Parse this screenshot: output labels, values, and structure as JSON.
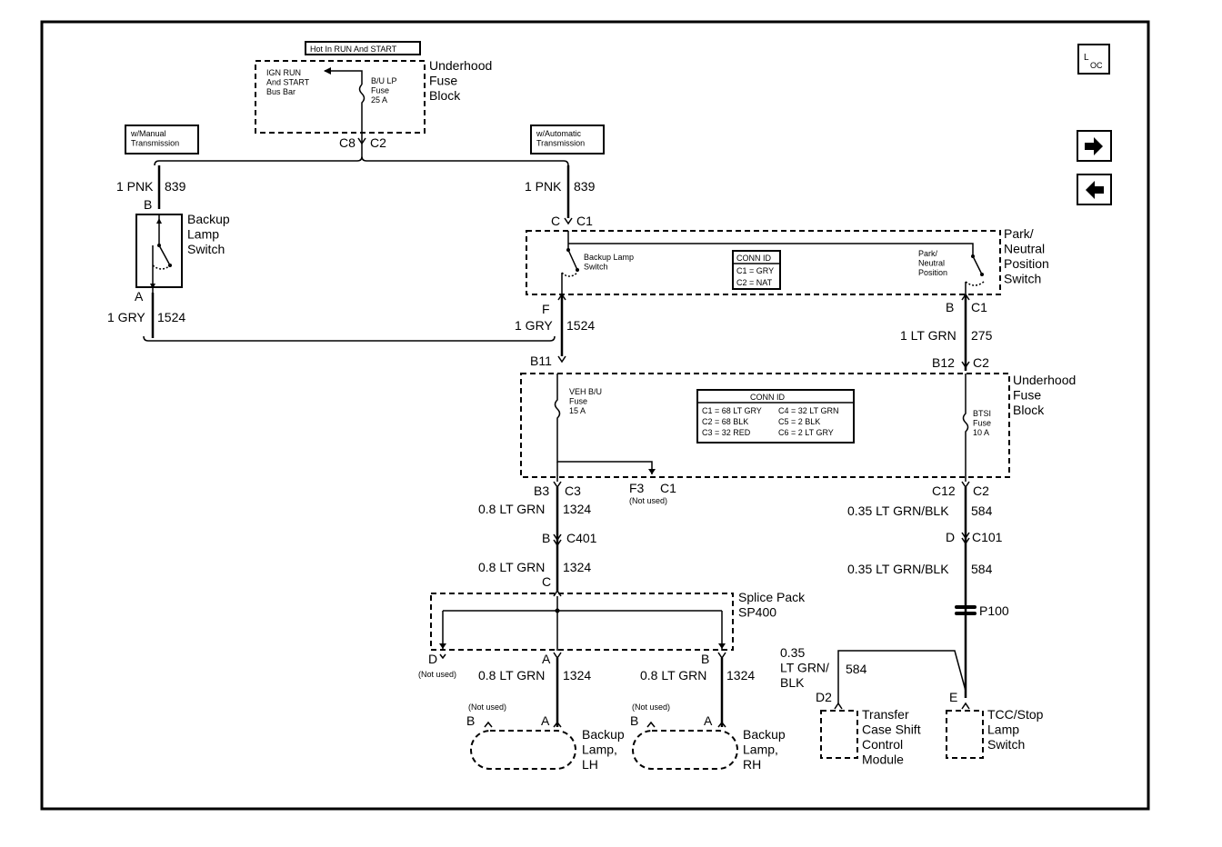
{
  "nav": {
    "loc_main": "L",
    "loc_sub": "OC"
  },
  "components": {
    "top_fuse_block": {
      "title": "Underhood\nFuse\nBlock",
      "hot_label": "Hot In RUN And START",
      "bus_bar": "IGN RUN\nAnd START\nBus Bar",
      "fuse": "B/U LP\nFuse\n25 A",
      "connector": "C8",
      "connector_c": "C2"
    },
    "manual_box": "w/Manual\nTransmission",
    "auto_box": "w/Automatic\nTransmission",
    "backup_lamp_switch": {
      "title": "Backup\nLamp\nSwitch",
      "pin_top": "B",
      "pin_bottom": "A"
    },
    "pnp_switch": {
      "title": "Park/\nNeutral\nPosition\nSwitch",
      "inner_backup": "Backup Lamp\nSwitch",
      "inner_pnp": "Park/\nNeutral\nPosition",
      "conn_id_title": "CONN ID",
      "conn_id_1": "C1 = GRY",
      "conn_id_2": "C2 = NAT",
      "pin_top_left": "C",
      "pin_top_right": "C1",
      "pin_bottom_left": "F",
      "pin_b": "B",
      "pin_c1": "C1"
    },
    "mid_fuse_block": {
      "title": "Underhood\nFuse\nBlock",
      "veh_fuse": "VEH B/U\nFuse\n15 A",
      "btsi_fuse": "BTSI\nFuse\n10 A",
      "conn_id_title": "CONN ID",
      "conn_rows": [
        "C1 = 68 LT GRY",
        "C4 = 32 LT GRN",
        "C2 = 68 BLK",
        "C5 = 2 BLK",
        "C3 = 32 RED",
        "C6 = 2 LT GRY"
      ],
      "pin_b11": "B11",
      "pin_b12": "B12",
      "pin_c2_top": "C2",
      "pin_b3": "B3",
      "pin_c3": "C3",
      "pin_f3": "F3",
      "pin_c1": "C1",
      "not_used": "(Not used)",
      "pin_c12": "C12",
      "pin_c2_bottom": "C2"
    },
    "splice_pack": {
      "title": "Splice Pack\nSP400",
      "pin_c": "C",
      "pin_d": "D",
      "pin_a": "A",
      "pin_b": "B",
      "not_used": "(Not used)"
    },
    "backup_lamp_lh": {
      "title": "Backup\nLamp,\nLH",
      "pin_b": "B",
      "pin_a": "A",
      "not_used": "(Not used)"
    },
    "backup_lamp_rh": {
      "title": "Backup\nLamp,\nRH",
      "pin_b": "B",
      "pin_a": "A",
      "not_used": "(Not used)"
    },
    "tccm": {
      "title": "Transfer\nCase Shift\nControl\nModule",
      "pin": "D2"
    },
    "tcc_switch": {
      "title": "TCC/Stop\nLamp\nSwitch",
      "pin": "E"
    }
  },
  "wires": {
    "w839_left": {
      "gauge": "1 PNK",
      "circuit": "839"
    },
    "w839_right": {
      "gauge": "1 PNK",
      "circuit": "839"
    },
    "w1524_left": {
      "gauge": "1 GRY",
      "circuit": "1524"
    },
    "w1524_right": {
      "gauge": "1 GRY",
      "circuit": "1524"
    },
    "w275": {
      "gauge": "1 LT GRN",
      "circuit": "275"
    },
    "w1324_a": {
      "gauge": "0.8 LT GRN",
      "circuit": "1324"
    },
    "w1324_b": {
      "gauge": "0.8 LT GRN",
      "circuit": "1324"
    },
    "w1324_lh": {
      "gauge": "0.8 LT GRN",
      "circuit": "1324"
    },
    "w1324_rh": {
      "gauge": "0.8 LT GRN",
      "circuit": "1324"
    },
    "w584_a": {
      "gauge": "0.35 LT GRN/BLK",
      "circuit": "584"
    },
    "w584_b": {
      "gauge": "0.35 LT GRN/BLK",
      "circuit": "584"
    },
    "w584_c": {
      "gauge": "0.35\nLT GRN/\nBLK",
      "circuit": "584"
    }
  },
  "connectors": {
    "c401_pin": "B",
    "c401": "C401",
    "c101_pin": "D",
    "c101": "C101",
    "p100": "P100"
  }
}
